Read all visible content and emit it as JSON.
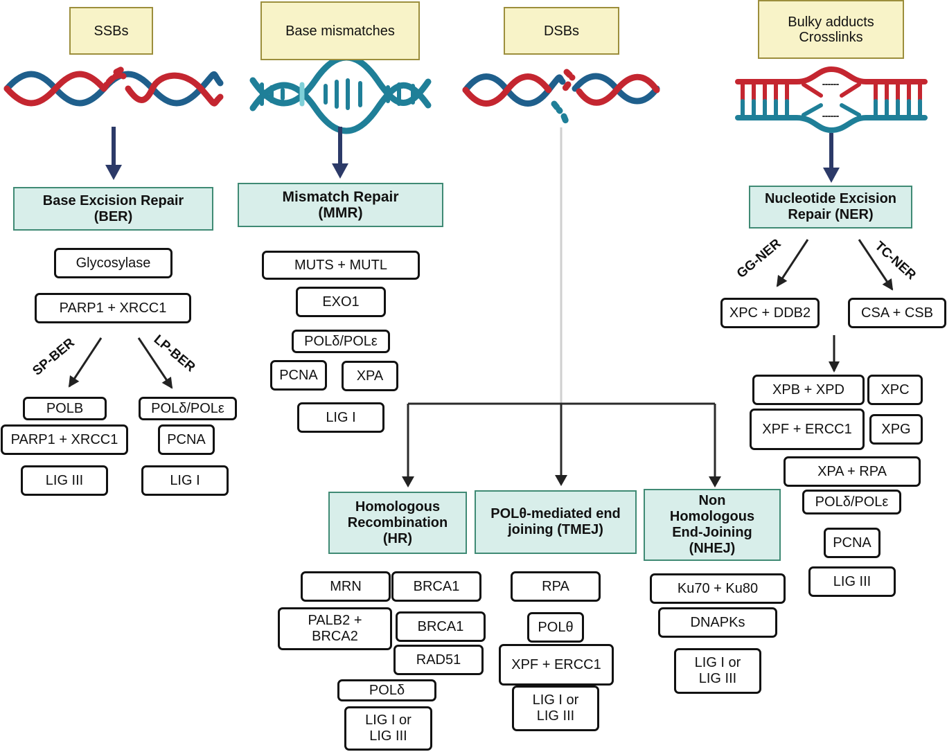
{
  "damage_types": {
    "ssb": "SSBs",
    "mismatch": "Base mismatches",
    "dsb": "DSBs",
    "bulky": "Bulky adducts\nCrosslinks"
  },
  "pathways": {
    "ber": "Base Excision Repair\n(BER)",
    "mmr": "Mismatch Repair\n(MMR)",
    "ner": "Nucleotide Excision\nRepair (NER)",
    "hr": "Homologous\nRecombination\n(HR)",
    "tmej": "POLθ-mediated end\njoining (TMEJ)",
    "nhej": "Non\nHomologous\nEnd-Joining\n(NHEJ)"
  },
  "branch_labels": {
    "sp_ber": "SP-BER",
    "lp_ber": "LP-BER",
    "gg_ner": "GG-NER",
    "tc_ner": "TC-NER"
  },
  "ber": {
    "common": [
      "Glycosylase",
      "PARP1 + XRCC1"
    ],
    "sp": [
      "POLB",
      "PARP1 + XRCC1",
      "LIG III"
    ],
    "lp": [
      "POLδ/POLε",
      "PCNA",
      "LIG I"
    ]
  },
  "mmr": [
    "MUTS + MUTL",
    "EXO1",
    "POLδ/POLε",
    "PCNA",
    "XPA",
    "LIG I"
  ],
  "ner": {
    "gg": "XPC + DDB2",
    "tc": "CSA + CSB",
    "common": [
      "XPB + XPD",
      "XPC",
      "XPF + ERCC1",
      "XPG",
      "XPA + RPA",
      "POLδ/POLε",
      "PCNA",
      "LIG III"
    ]
  },
  "hr": [
    "MRN",
    "BRCA1",
    "PALB2 +\nBRCA2",
    "BRCA1",
    "RAD51",
    "POLδ",
    "LIG I or\nLIG III"
  ],
  "tmej": [
    "RPA",
    "POLθ",
    "XPF + ERCC1",
    "LIG I or\nLIG III"
  ],
  "nhej": [
    "Ku70 + Ku80",
    "DNAPKs",
    "LIG I or\nLIG III"
  ],
  "colors": {
    "strand_red": "#c42630",
    "strand_blue": "#1f5f8c",
    "strand_teal": "#1f7f98",
    "arrow_navy": "#2c3a68",
    "pathway_fill": "#d8eeea",
    "damage_fill": "#f8f3c8"
  }
}
